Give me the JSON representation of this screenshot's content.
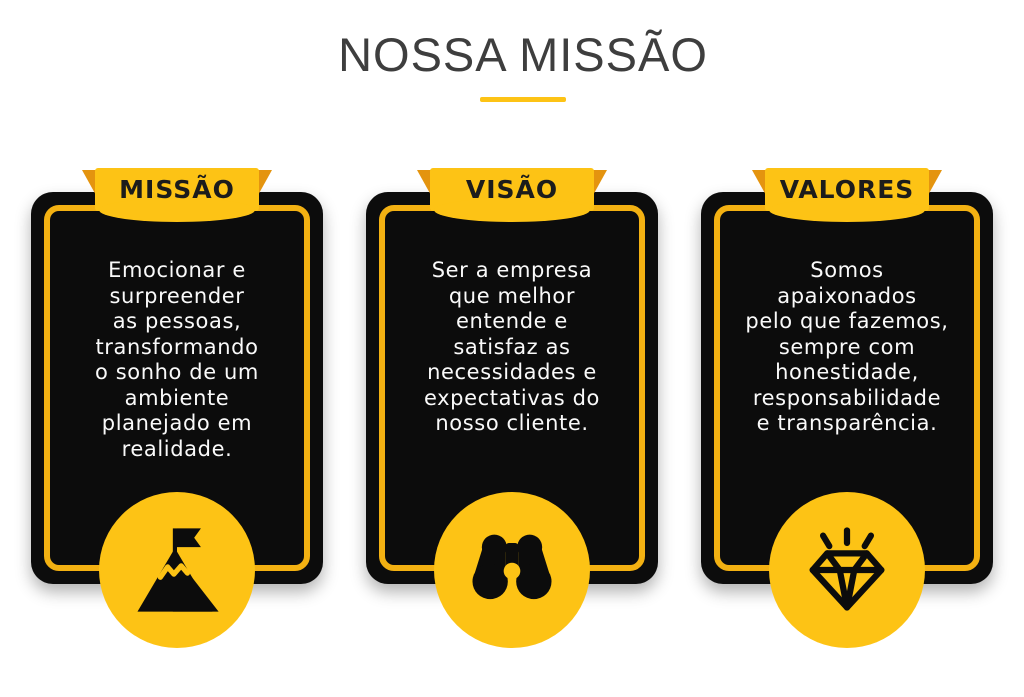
{
  "theme": {
    "accent_yellow": "#FDC315",
    "fold_orange": "#E4940F",
    "border_gold": "#F3B112",
    "card_black": "#0C0C0C",
    "title_gray": "#3E3E3E",
    "text_white": "#FAFAFA",
    "label_dark": "#1C1C1C",
    "page_bg": "#FFFFFF"
  },
  "header": {
    "title": "NOSSA MISSÃO"
  },
  "cards": [
    {
      "ribbon": "MISSÃO",
      "icon": "mountain-flag-icon",
      "body_lines": [
        "Emocionar e",
        "surpreender",
        "as pessoas,",
        "transformando",
        "o sonho de um",
        "ambiente",
        "planejado em",
        "realidade."
      ]
    },
    {
      "ribbon": "VISÃO",
      "icon": "binoculars-icon",
      "body_lines": [
        "Ser a empresa",
        "que melhor",
        "entende e",
        "satisfaz as",
        "necessidades e",
        "expectativas do",
        "nosso cliente."
      ]
    },
    {
      "ribbon": "VALORES",
      "icon": "diamond-icon",
      "body_lines": [
        "Somos",
        "apaixonados",
        "pelo que fazemos,",
        "sempre com",
        "honestidade,",
        "responsabilidade",
        "e transparência."
      ]
    }
  ]
}
